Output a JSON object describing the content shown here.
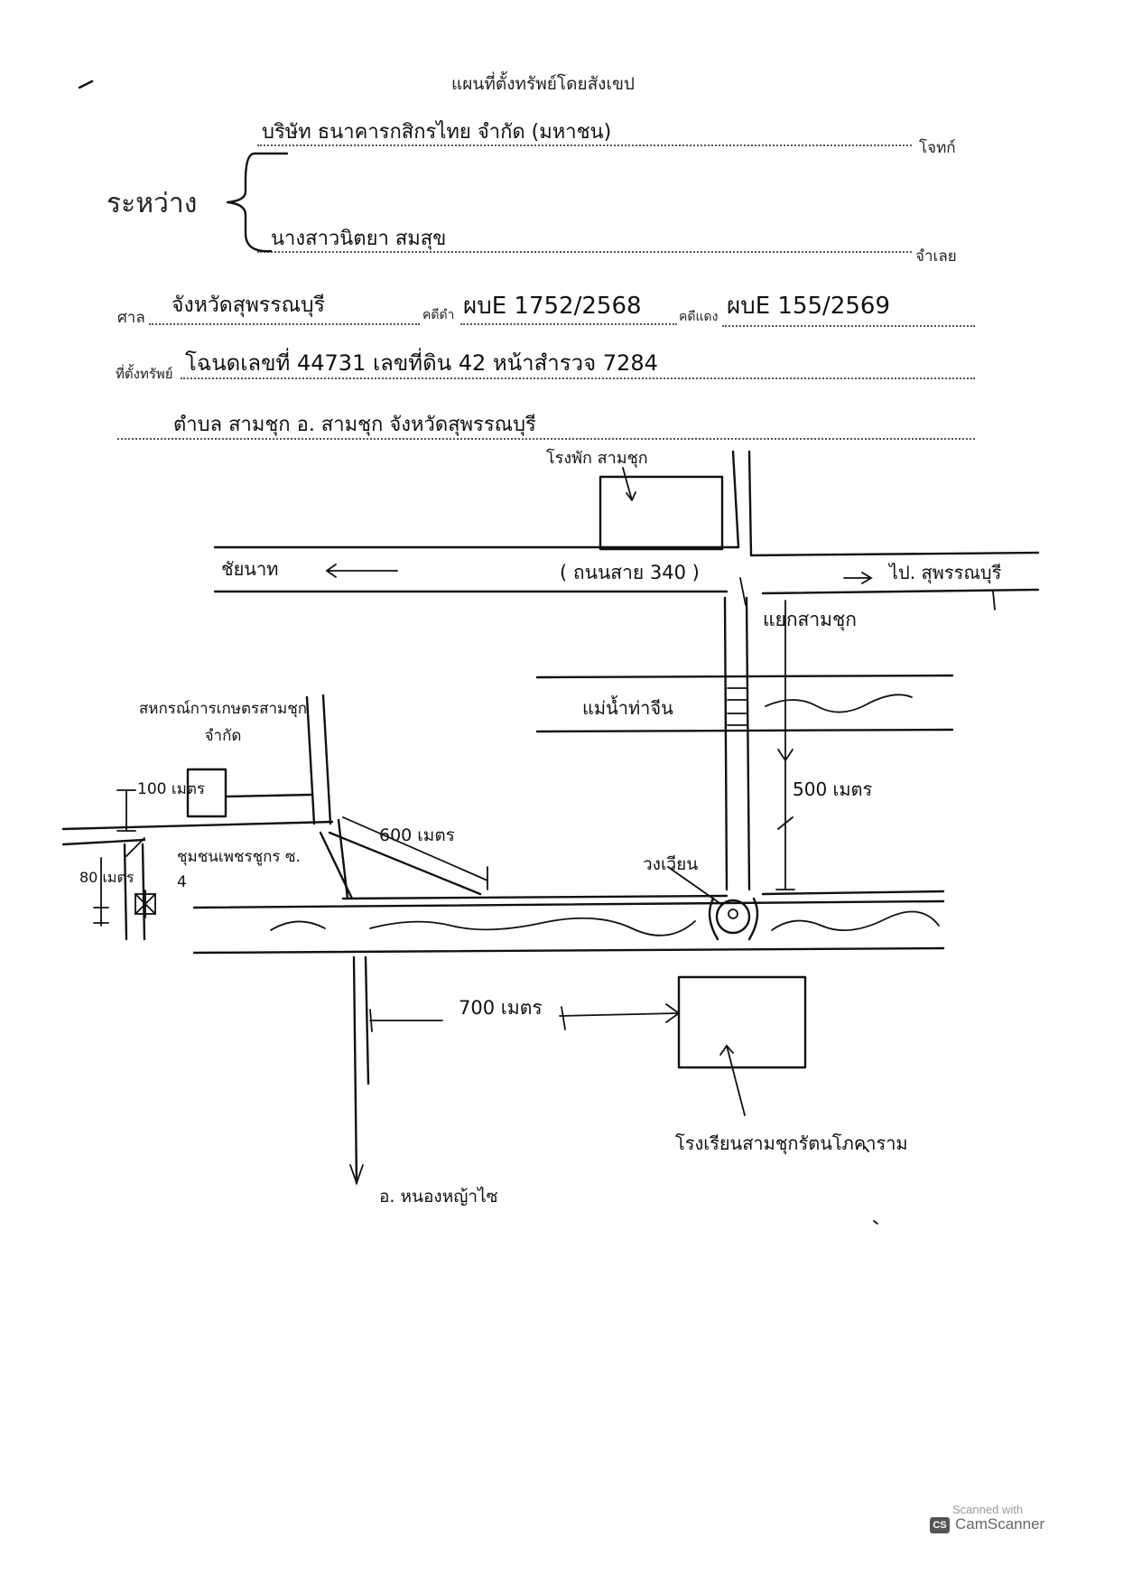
{
  "document": {
    "title": "แผนที่ตั้งทรัพย์โดยสังเขป",
    "between_label": "ระหว่าง",
    "plaintiff": {
      "name": "บริษัท ธนาคารกสิกรไทย จำกัด (มหาชน)",
      "role_label": "โจทก์"
    },
    "defendant": {
      "name": "นางสาวนิตยา สมสุข",
      "role_label": "จำเลย"
    },
    "court_label": "ศาล",
    "court_value": "จังหวัดสุพรรณบุรี",
    "black_case_label": "คดีดำ",
    "black_case_value": "ผบE 1752/2568",
    "red_case_label": "คดีแดง",
    "red_case_value": "ผบE 155/2569",
    "location_label": "ที่ตั้งทรัพย์",
    "location_line1": "โฉนดเลขที่ 44731 เลขที่ดิน 42 หน้าสำรวจ 7284",
    "location_line2": "ตำบล สามชุก อ. สามชุก จังหวัดสุพรรณบุรี"
  },
  "map_labels": {
    "police_station": "โรงพัก สามชุก",
    "to_chainat": "ชัยนาท",
    "highway": "( ถนนสาย 340 )",
    "to_suphanburi": "ไป. สุพรรณบุรี",
    "samchuk_junction": "แยกสามชุก",
    "river": "แม่น้ำท่าจีน",
    "distance_500": "500 เมตร",
    "coop": "สหกรณ์การเกษตรสามชุก จำกัด",
    "distance_100": "100 เมตร",
    "distance_600": "600 เมตร",
    "community": "ชุมชนเพชรชูกร ซ. 4",
    "distance_80": "80 เมตร",
    "clock_tower": "วงเวียน",
    "distance_700": "700 เมตร",
    "school": "โรงเรียนสามชุกรัตนโภคาราม",
    "to_nong_ya_sai": "อ. หนองหญ้าไซ"
  },
  "footer": {
    "scanned_with": "Scanned with",
    "brand": "CamScanner",
    "brand_icon": "camscanner-logo-icon"
  }
}
